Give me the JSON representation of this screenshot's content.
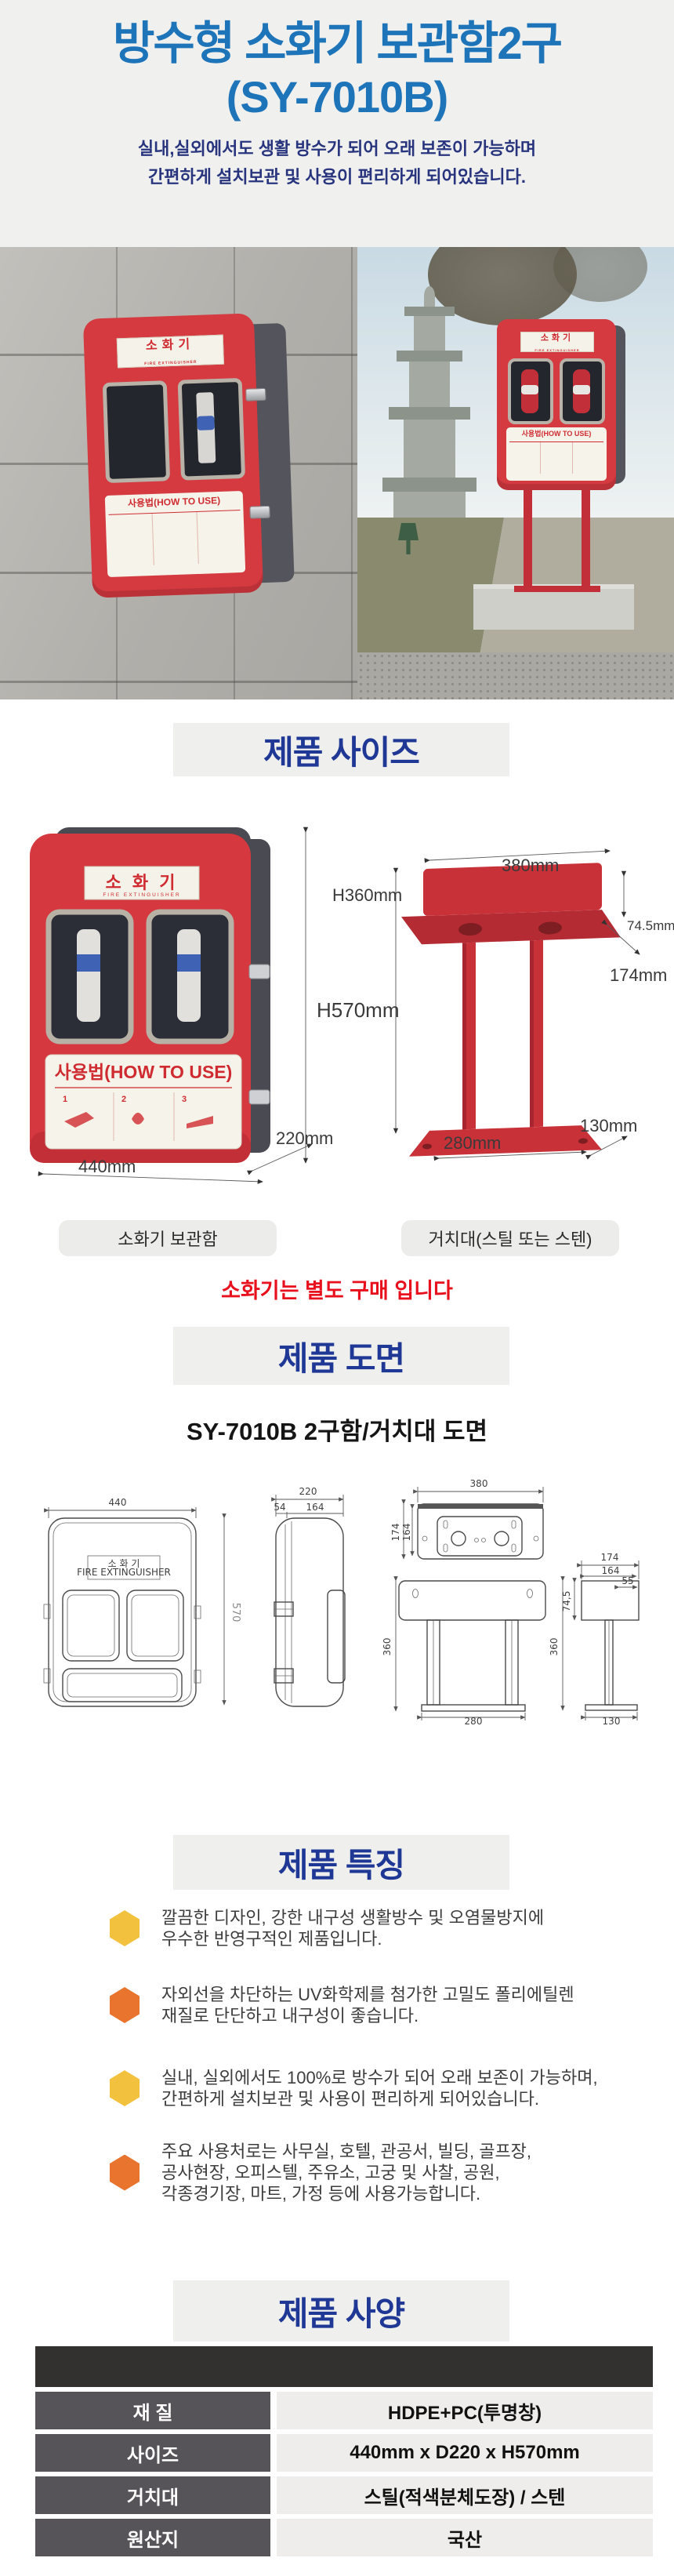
{
  "header": {
    "title_line1": "방수형 소화기 보관함2구",
    "title_line2": "(SY-7010B)",
    "subtitle": "실내,실외에서도 생활 방수가 되어 오래 보존이 가능하며\n간편하게 설치보관 및 사용이 편리하게 되어있습니다."
  },
  "photos": {
    "cabinet_label": "소화기",
    "cabinet_sublabel": "FIRE EXTINGUISHER",
    "howto_label": "사용법(HOW TO USE)"
  },
  "sections": {
    "size_title": "제품 사이즈",
    "drawing_title": "제품 도면",
    "features_title": "제품 특징",
    "specs_title": "제품 사양"
  },
  "size_diagram": {
    "cabinet": {
      "plate": "소 화 기",
      "plate_sub": "FIRE EXTINGUISHER",
      "howto": "사용법(HOW TO USE)",
      "steps": [
        "1",
        "2",
        "3"
      ]
    },
    "dims": {
      "height": "H570mm",
      "depth": "220mm",
      "width": "440mm"
    },
    "stand_dims": {
      "top_width": "380mm",
      "height": "H360mm",
      "lip": "74.5mm",
      "depth": "174mm",
      "base_width": "280mm",
      "base_depth": "130mm"
    },
    "caption_box": "소화기 보관함",
    "caption_stand": "거치대(스틸 또는 스텐)",
    "note": "소화기는 별도 구매 입니다"
  },
  "drawing": {
    "caption": "SY-7010B 2구함/거치대 도면",
    "plate_label": "소 화 기",
    "plate_sublabel": "FIRE EXTINGUISHER",
    "dims": {
      "front_width": "440",
      "front_height": "570",
      "side_depth": "220",
      "side_seg1": "54",
      "side_seg2": "164",
      "bracket_width": "380",
      "bracket_depth": "174",
      "bracket_inner": "164",
      "stand_height": "360",
      "stand_base_width": "280",
      "side_top_width": "174",
      "side_top_inner": "164",
      "side_lip": "74,5",
      "side_hole": "55",
      "stand_side_height": "360",
      "stand_side_base": "130"
    }
  },
  "features": {
    "items": [
      {
        "bullet": "hex-yellow",
        "text": "깔끔한 디자인, 강한 내구성 생활방수 및 오염물방지에\n우수한 반영구적인 제품입니다."
      },
      {
        "bullet": "hex-orange",
        "text": "자외선을 차단하는 UV화학제를 첨가한 고밀도 폴리에틸렌\n재질로 단단하고 내구성이 좋습니다."
      },
      {
        "bullet": "hex-yellow",
        "text": "실내, 실외에서도 100%로 방수가 되어 오래 보존이 가능하며,\n간편하게 설치보관 및 사용이 편리하게 되어있습니다."
      },
      {
        "bullet": "hex-orange",
        "text": "주요 사용처로는 사무실, 호텔, 관공서, 빌딩, 골프장,\n공사현장, 오피스텔, 주유소, 고궁 및 사찰, 공원,\n각종경기장, 마트, 가정 등에 사용가능합니다."
      }
    ]
  },
  "specs": {
    "rows": [
      {
        "label": "재 질",
        "value": "HDPE+PC(투명창)"
      },
      {
        "label": "사이즈",
        "value": "440mm x D220 x H570mm"
      },
      {
        "label": "거치대",
        "value": "스틸(적색분체도장) / 스텐"
      },
      {
        "label": "원산지",
        "value": "국산"
      }
    ]
  },
  "colors": {
    "title_blue": "#1e74b9",
    "subtitle_navy": "#28357e",
    "section_navy": "#1f3795",
    "section_box_bg": "#efefed",
    "note_red": "#e8101c",
    "product_red": "#d5383e",
    "stand_red": "#c93139",
    "hex_yellow": "#f2c23e",
    "hex_orange": "#e8742e",
    "table_header_bg": "#333130",
    "table_label_bg": "#565359",
    "table_value_bg": "#eeedec"
  }
}
